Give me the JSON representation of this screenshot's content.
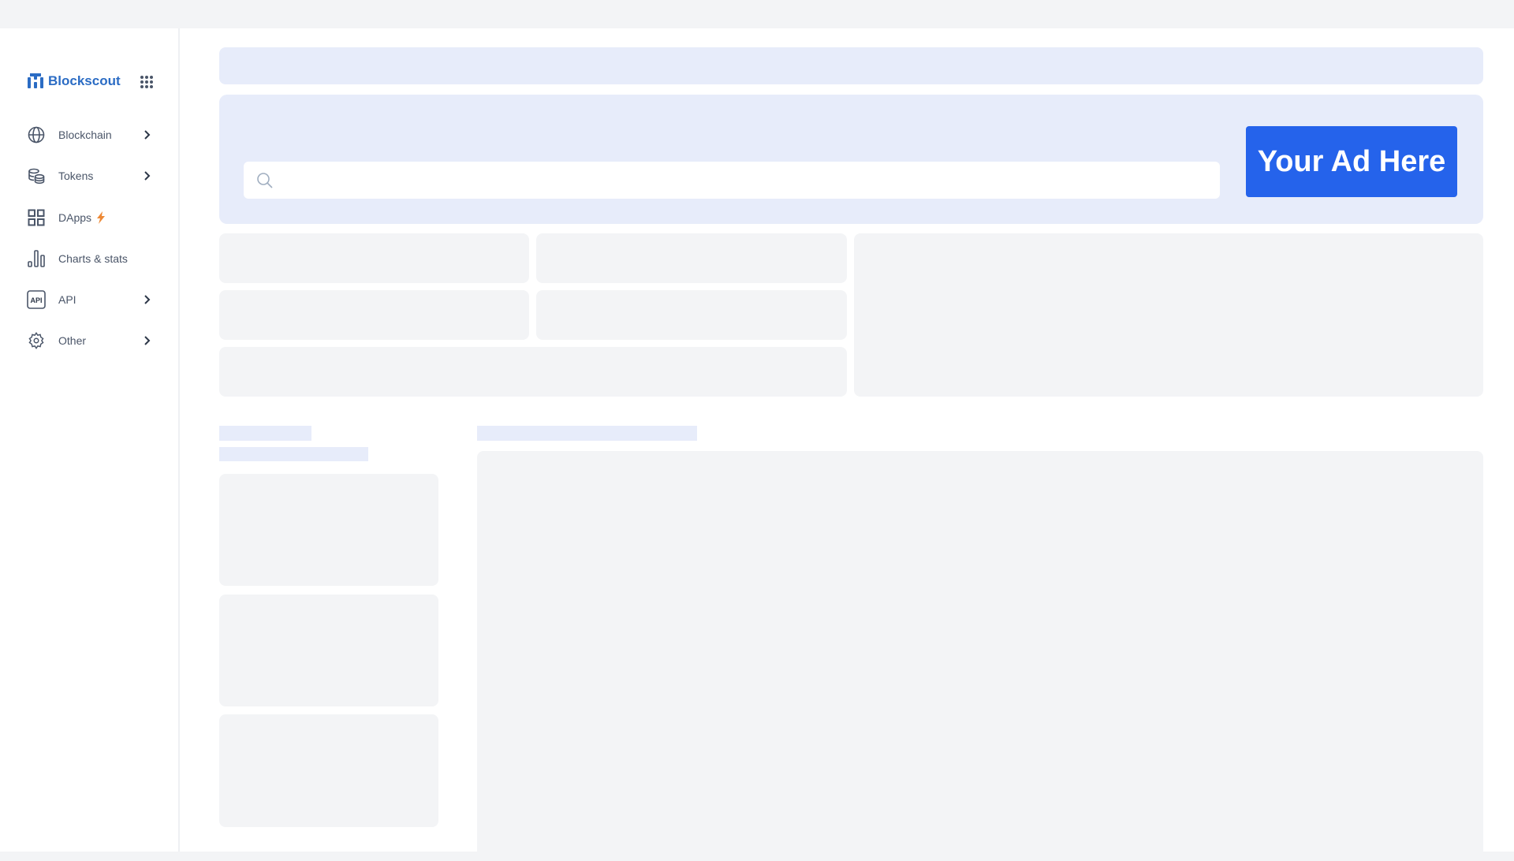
{
  "brand": {
    "name": "Blockscout",
    "color": "#2b6cc4"
  },
  "nav": [
    {
      "label": "Blockchain",
      "icon": "globe-icon",
      "chevron": true
    },
    {
      "label": "Tokens",
      "icon": "coins-icon",
      "chevron": true
    },
    {
      "label": "DApps",
      "icon": "apps-icon",
      "chevron": false,
      "badge": "lightning-icon"
    },
    {
      "label": "Charts & stats",
      "icon": "bar-chart-icon",
      "chevron": false
    },
    {
      "label": "API",
      "icon": "api-icon",
      "chevron": true
    },
    {
      "label": "Other",
      "icon": "gear-icon",
      "chevron": true
    }
  ],
  "search": {
    "placeholder": ""
  },
  "ad": {
    "label": "Your Ad Here",
    "color": "#2563eb"
  }
}
